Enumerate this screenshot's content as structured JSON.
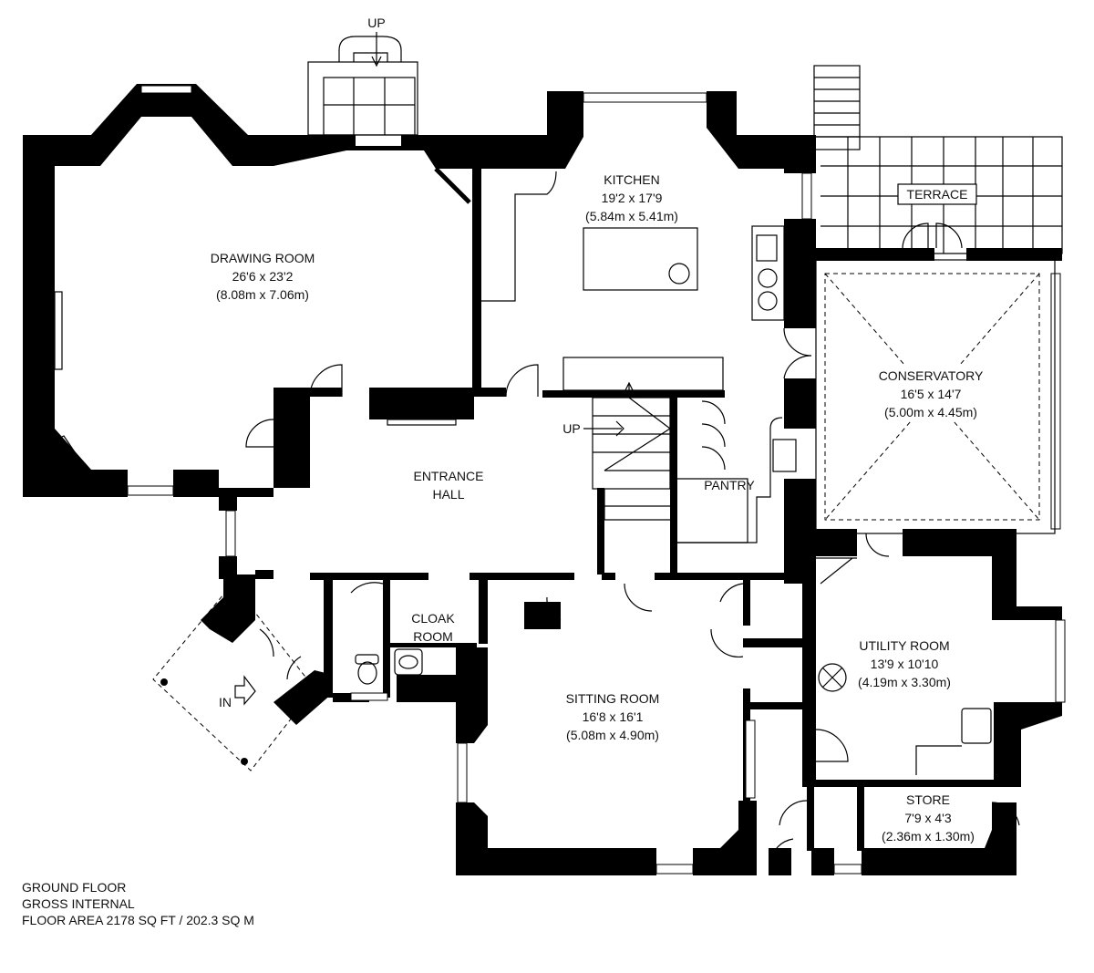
{
  "plan": {
    "rooms": [
      {
        "name": "DRAWING ROOM",
        "imperial": "26'6 x 23'2",
        "metric": "(8.08m x 7.06m)"
      },
      {
        "name": "KITCHEN",
        "imperial": "19'2 x 17'9",
        "metric": "(5.84m x 5.41m)"
      },
      {
        "name": "CONSERVATORY",
        "imperial": "16'5 x 14'7",
        "metric": "(5.00m x 4.45m)"
      },
      {
        "name": "SITTING ROOM",
        "imperial": "16'8 x 16'1",
        "metric": "(5.08m x 4.90m)"
      },
      {
        "name": "UTILITY ROOM",
        "imperial": "13'9 x 10'10",
        "metric": "(4.19m x 3.30m)"
      },
      {
        "name": "STORE",
        "imperial": "7'9 x 4'3",
        "metric": "(2.36m x 1.30m)"
      }
    ],
    "simple_labels": {
      "entrance_1": "ENTRANCE",
      "entrance_2": "HALL",
      "cloak_1": "CLOAK",
      "cloak_2": "ROOM",
      "pantry": "PANTRY",
      "terrace": "TERRACE",
      "up_stairs": "UP",
      "up_steps": "UP",
      "in": "IN"
    }
  },
  "footer": {
    "line1": "GROUND FLOOR",
    "line2": "GROSS INTERNAL",
    "line3": "FLOOR AREA 2178 SQ FT / 202.3 SQ M"
  }
}
